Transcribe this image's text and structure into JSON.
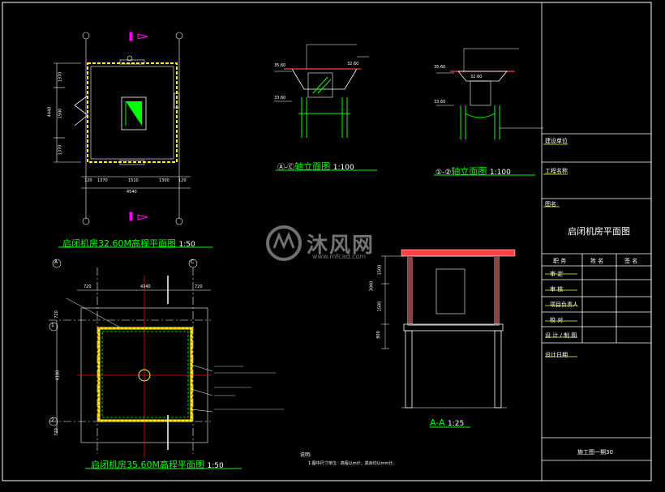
{
  "drawing": {
    "plan_top_title": "启闭机房32.60M高程平面图",
    "plan_top_scale": "1:50",
    "plan_bottom_title": "启闭机房35.60M高程平面图",
    "plan_bottom_scale": "1:50",
    "elev_ac_prefix": "Ⓐ-Ⓒ",
    "elev_ac_title": "轴立面图",
    "elev_ac_scale": "1:100",
    "elev_12_prefix": "①-②",
    "elev_12_title": "轴立面图",
    "elev_12_scale": "1:100",
    "section_title": "A-A",
    "section_scale": "1:25",
    "dims_top_h": [
      "120",
      "1370",
      "1510",
      "1300",
      "120"
    ],
    "dims_top_total": "4540",
    "dims_top_v": [
      "1370",
      "1500",
      "1370"
    ],
    "dims_top_v_total": "4440",
    "dims_bottom_h": [
      "720",
      "4340",
      "720"
    ],
    "dims_bottom_v": [
      "720",
      "4180",
      "720"
    ],
    "dims_section": [
      "3000",
      "1500",
      "1500",
      "800"
    ],
    "elev_marks": [
      "35.60",
      "33.60",
      "32.60",
      "35.60",
      "33.60",
      "32.60"
    ],
    "axis_labels": [
      "A",
      "C",
      "1",
      "2"
    ],
    "note_header": "说明:",
    "note_line": "1.图中尺寸单位：高程以m计，其余均以mm计。"
  },
  "watermark": {
    "brand": "沐风网",
    "url": "www.mfcad.com"
  },
  "title_block": {
    "design_unit_label": "建设单位",
    "project_label": "工程名称",
    "drawing_name_label": "图名",
    "drawing_name": "启闭机房平面图",
    "col_position": "职 务",
    "col_name": "姓 名",
    "col_sign": "签 名",
    "row_approve": "审 定",
    "row_review": "审 核",
    "row_lead": "项目负责人",
    "row_check": "校 对",
    "row_design": "设 计 / 制 图",
    "row_date": "设计日期",
    "stage": "施工图一期",
    "stage_suffix": "30"
  },
  "colors": {
    "background": "#000000",
    "wall": "#ffff00",
    "hatch": "#00ff00",
    "dim": "#ffffff",
    "axis": "#ff0000",
    "section_mark": "#ff00ff",
    "title": "#00ff00",
    "roof": "#ff4040"
  }
}
